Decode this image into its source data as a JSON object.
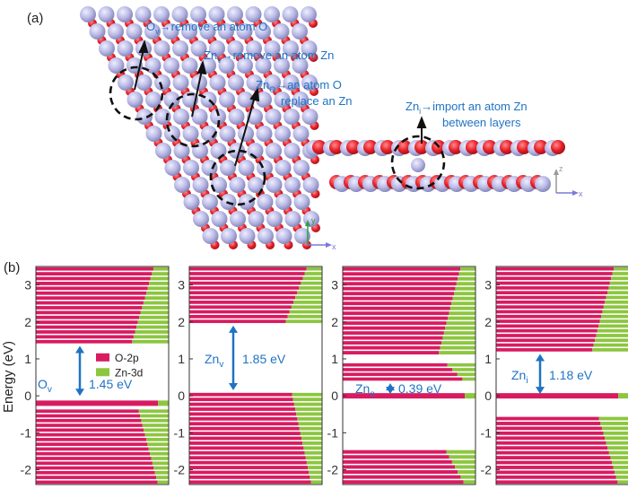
{
  "panel_a": {
    "label": "(a)",
    "annotations": {
      "ov": {
        "base": "O",
        "sub": "v",
        "text": "→remove an atom O"
      },
      "znv": {
        "base": "Zn",
        "sub": "v",
        "text": "→remove an atom Zn"
      },
      "zno": {
        "base": "Zn",
        "sub": "O",
        "text": "→an atom O",
        "line2": "replace an Zn"
      },
      "zni": {
        "base": "Zn",
        "sub": "i",
        "text": "→import an atom Zn",
        "line2": "between layers"
      }
    },
    "axes_top": {
      "x": "x",
      "y": "y"
    },
    "axes_side": {
      "x": "x",
      "z": "z"
    },
    "colors": {
      "zn_atom": "#b9b9e6",
      "o_atom": "#e8202a",
      "annotation": "#1f73c4"
    }
  },
  "panel_b": {
    "label": "(b)",
    "ylabel": "Energy (eV)",
    "legend": [
      "O-2p",
      "Zn-3d"
    ],
    "colors": {
      "o2p": "#d81b60",
      "zn3d": "#8cc63f",
      "arrow": "#1f73c4"
    }
  },
  "chart_data": {
    "type": "bar",
    "ylabel": "Energy (eV)",
    "ylim": [
      -2.4,
      3.5
    ],
    "yticks": [
      3,
      2,
      1,
      0,
      -1,
      -2
    ],
    "series_names": [
      "O-2p",
      "Zn-3d"
    ],
    "panels": [
      {
        "defect": "O",
        "sub": "v",
        "gap_ev": "1.45 eV",
        "gap_from": -0.05,
        "gap_to": 1.4,
        "bands": [
          [
            -2.4,
            -0.35
          ],
          [
            1.4,
            3.5
          ]
        ],
        "defect_levels": [
          -0.2
        ],
        "legend": true
      },
      {
        "defect": "Zn",
        "sub": "v",
        "gap_ev": "1.85 eV",
        "gap_from": 0.1,
        "gap_to": 1.95,
        "bands": [
          [
            -2.4,
            0.1
          ],
          [
            1.95,
            3.5
          ]
        ],
        "defect_levels": [],
        "legend": false
      },
      {
        "defect": "Zn",
        "sub": "o",
        "gap_ev": "0.39 eV",
        "gap_from": 0.0,
        "gap_to": 0.39,
        "bands": [
          [
            -2.4,
            -1.45
          ],
          [
            0.39,
            0.9
          ],
          [
            1.1,
            3.5
          ]
        ],
        "defect_levels": [
          0.0
        ],
        "legend": false
      },
      {
        "defect": "Zn",
        "sub": "i",
        "gap_ev": "1.18 eV",
        "gap_from": 0.0,
        "gap_to": 1.18,
        "bands": [
          [
            -2.4,
            -0.55
          ],
          [
            1.18,
            3.5
          ]
        ],
        "defect_levels": [
          0.0
        ],
        "legend": false
      }
    ]
  }
}
